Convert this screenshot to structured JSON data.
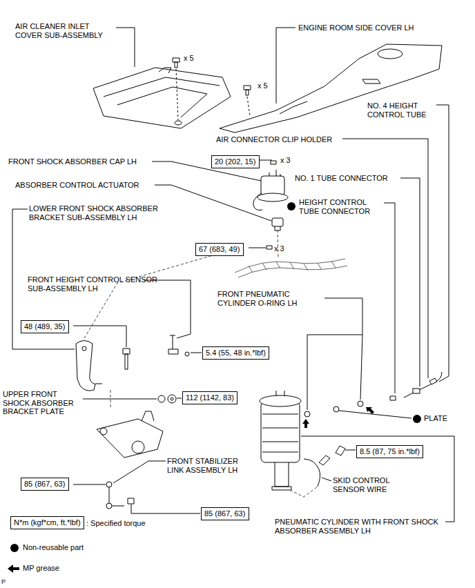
{
  "diagram": {
    "nodes": [
      {
        "text": [
          "20 (202, 15)"
        ]
      },
      {
        "text": [
          "67 (683, 49)"
        ]
      },
      {
        "text": [
          "48 (489, 35)"
        ]
      },
      {
        "text": [
          "5.4 (55, 48 in.*lbf)"
        ]
      },
      {
        "text": [
          "112 (1142, 83)"
        ]
      },
      {
        "text": [
          "8.5 (87, 75 in.*lbf)"
        ]
      },
      {
        "text": [
          "85 (867, 63)"
        ]
      },
      {
        "text": [
          "85 (867, 63)"
        ]
      },
      {
        "text": [
          "N*m (kgf*cm, ft.*lbf)"
        ]
      }
    ],
    "labels": [
      "AIR CLEANER INLET COVER SUB-ASSEMBLY",
      "x 5",
      "ENGINE ROOM SIDE COVER LH",
      "x 5",
      "NO. 4 HEIGHT CONTROL TUBE",
      "AIR CONNECTOR CLIP HOLDER",
      "FRONT SHOCK ABSORBER CAP LH",
      "x 3",
      "NO. 1 TUBE CONNECTOR",
      "ABSORBER CONTROL ACTUATOR",
      "HEIGHT CONTROL TUBE CONNECTOR",
      "LOWER FRONT SHOCK ABSORBER BRACKET SUB-ASSEMBLY LH",
      "x 3",
      "FRONT HEIGHT CONTROL SENSOR SUB-ASSEMBLY LH",
      "FRONT PNEUMATIC CYLINDER O-RING LH",
      "UPPER FRONT SHOCK ABSORBER BRACKET PLATE",
      "PLATE",
      "FRONT STABILIZER LINK ASSEMBLY LH",
      "SKID CONTROL SENSOR WIRE",
      "PNEUMATIC CYLINDER WITH FRONT SHOCK ABSORBER ASSEMBLY LH",
      "P"
    ],
    "legend": [
      {
        "text": ": Specified torque"
      },
      {
        "text": "Non-reusable part"
      },
      {
        "text": "MP grease"
      }
    ]
  }
}
